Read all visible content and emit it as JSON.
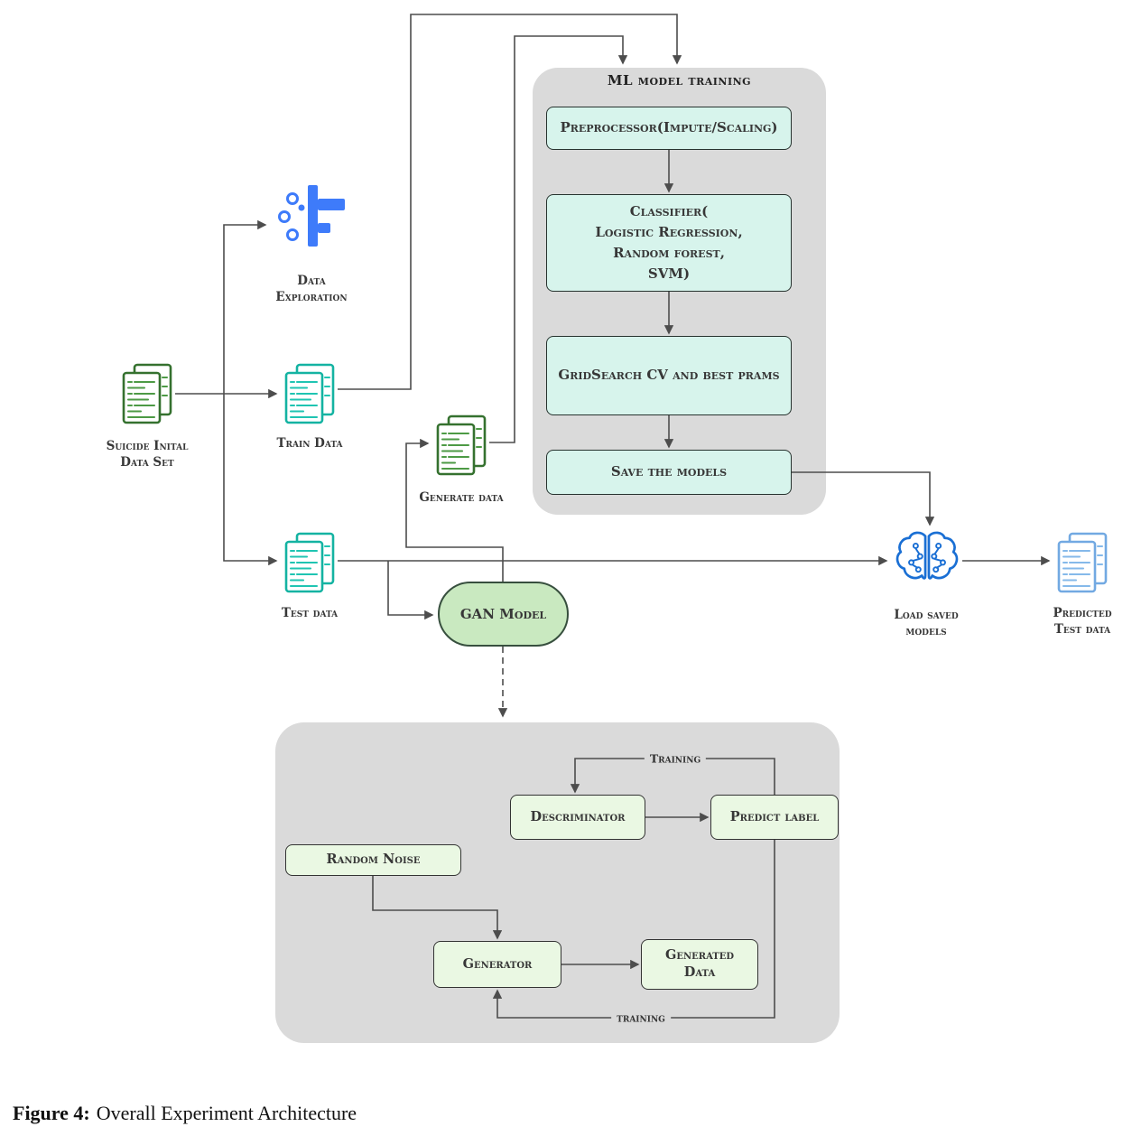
{
  "nodes": {
    "suicide_dataset": "Suicide Inital\nData Set",
    "data_exploration": "Data\nExploration",
    "train_data": "Train Data",
    "test_data": "Test data",
    "generate_data": "Generate data",
    "gan_model": "GAN Model",
    "load_saved_models": "Load saved\nmodels",
    "predicted_test_data": "Predicted\nTest data"
  },
  "ml_training": {
    "title": "ML model  training",
    "steps": [
      "Preprocessor(Impute/Scaling)",
      "Classifier(\nLogistic Regression,\nRandom forest,\nSVM)",
      "GridSearch CV and best prams",
      "Save the models"
    ]
  },
  "gan_detail": {
    "discriminator": "Descriminator",
    "predict_label": "Predict label",
    "random_noise": "Random Noise",
    "generator": "Generator",
    "generated_data": "Generated\nData",
    "training_top": "Training",
    "training_bottom": "training"
  },
  "caption": {
    "label": "Figure 4:",
    "text": "Overall Experiment Architecture"
  },
  "colors": {
    "arrow": "#4d4d4d",
    "container_gray": "#dadada",
    "ml_step_fill": "#d7f4ec",
    "gan_box_fill": "#eaf8e3",
    "gan_model_fill": "#c9e9c0",
    "doc_green": "#35712f",
    "doc_teal": "#14b3a2",
    "doc_blue": "#72a9e2",
    "exploration_blue": "#3e7bfa",
    "brain_blue": "#1a6fd4"
  }
}
